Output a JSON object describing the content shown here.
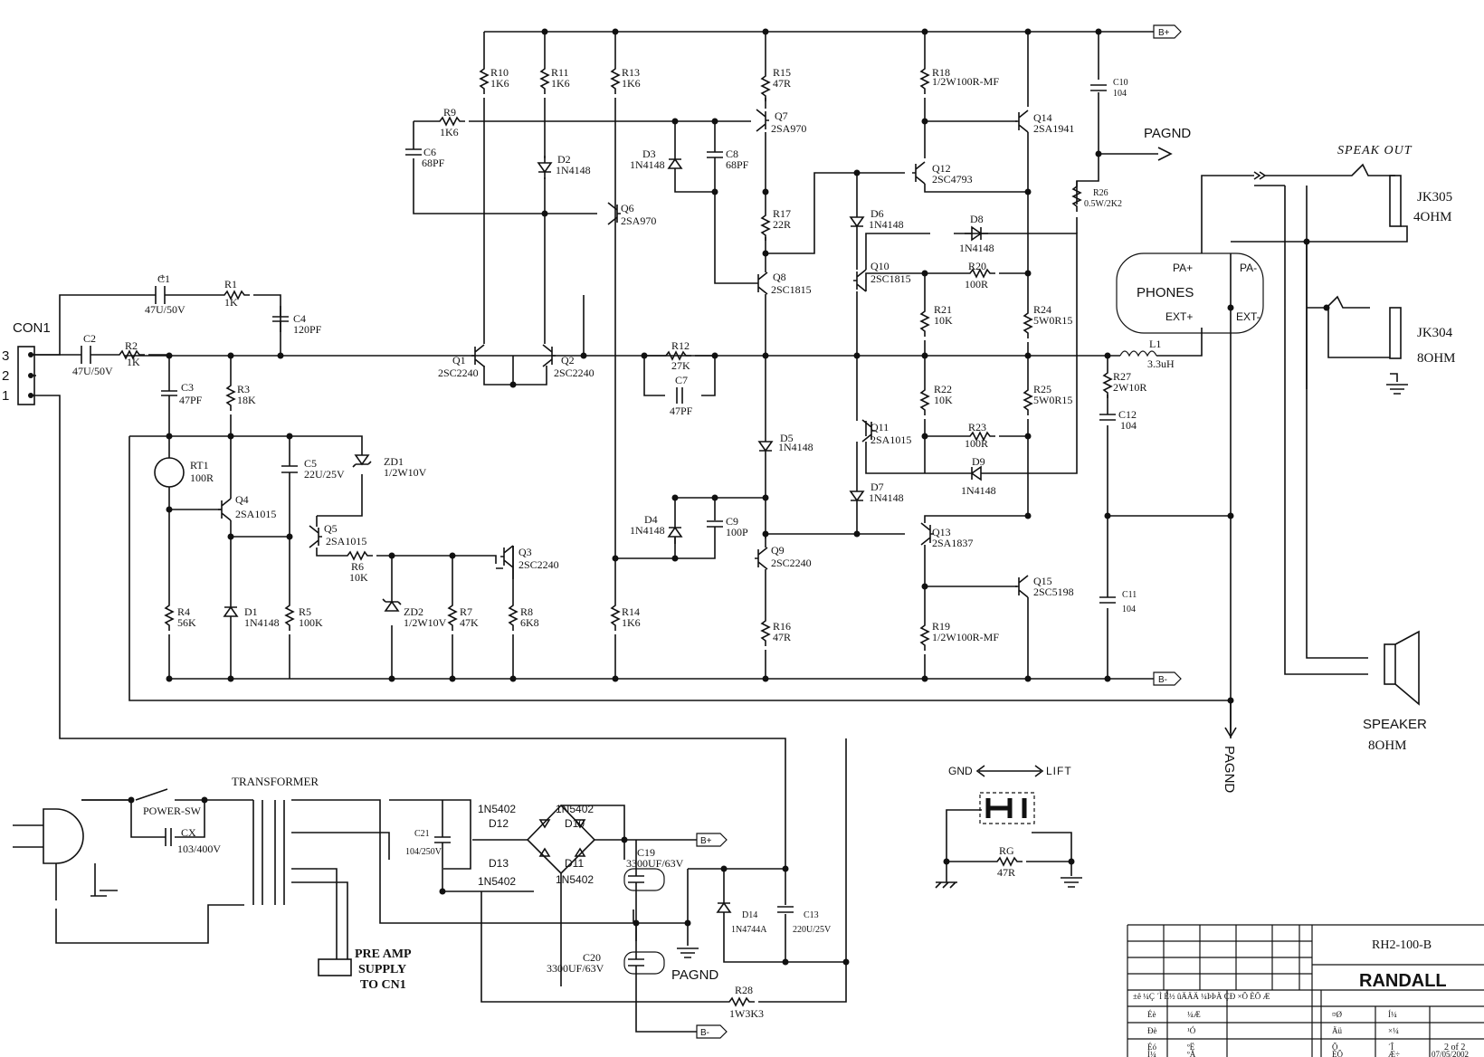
{
  "labels": {
    "con1": "CON1",
    "pin3": "3",
    "pin2": "2",
    "pin1": "1",
    "bplus": "B+",
    "bminus": "B-",
    "bminus2": "B-",
    "bplus2": "B+",
    "pagnd_top": "PAGND",
    "pagnd_vert": "PAGND",
    "pagnd_low": "PAGND",
    "speak_out": "SPEAK OUT",
    "jk305": "JK305",
    "jk305_imp": "4OHM",
    "jk304": "JK304",
    "jk304_imp": "8OHM",
    "phones": "PHONES",
    "pa_plus": "PA+",
    "pa_minus": "PA-",
    "ext_plus": "EXT+",
    "ext_minus": "EXT-",
    "speaker": "SPEAKER",
    "speaker_imp": "8OHM",
    "gnd": "GND",
    "lift": "LIFT",
    "transformer": "TRANSFORMER",
    "power_sw": "POWER-SW",
    "pre_amp": [
      "PRE AMP",
      "SUPPLY",
      "TO CN1"
    ]
  },
  "components": {
    "C1": [
      "C1",
      "47U/50V"
    ],
    "R1": [
      "R1",
      "1K"
    ],
    "C4": [
      "C4",
      "120PF"
    ],
    "C2": [
      "C2",
      "47U/50V"
    ],
    "R2": [
      "R2",
      "1K"
    ],
    "C3": [
      "C3",
      "47PF"
    ],
    "R3": [
      "R3",
      "18K"
    ],
    "RT1": [
      "RT1",
      "100R"
    ],
    "Q4": [
      "Q4",
      "2SA1015"
    ],
    "C5": [
      "C5",
      "22U/25V"
    ],
    "ZD1": [
      "ZD1",
      "1/2W10V"
    ],
    "Q5": [
      "Q5",
      "2SA1015"
    ],
    "R6": [
      "R6",
      "10K"
    ],
    "R4": [
      "R4",
      "56K"
    ],
    "D1": [
      "D1",
      "1N4148"
    ],
    "R5": [
      "R5",
      "100K"
    ],
    "ZD2": [
      "ZD2",
      "1/2W10V"
    ],
    "R7": [
      "R7",
      "47K"
    ],
    "R8": [
      "R8",
      "6K8"
    ],
    "Q3": [
      "Q3",
      "2SC2240"
    ],
    "R10": [
      "R10",
      "1K6"
    ],
    "R11": [
      "R11",
      "1K6"
    ],
    "R13": [
      "R13",
      "1K6"
    ],
    "R9": [
      "R9",
      "1K6"
    ],
    "C6": [
      "C6",
      "68PF"
    ],
    "D2": [
      "D2",
      "1N4148"
    ],
    "Q6": [
      "Q6",
      "2SA970"
    ],
    "Q1": [
      "Q1",
      "2SC2240"
    ],
    "Q2": [
      "Q2",
      "2SC2240"
    ],
    "R14": [
      "R14",
      "1K6"
    ],
    "R15": [
      "R15",
      "47R"
    ],
    "Q7": [
      "Q7",
      "2SA970"
    ],
    "D3": [
      "D3",
      "1N4148"
    ],
    "C8": [
      "C8",
      "68PF"
    ],
    "R17": [
      "R17",
      "22R"
    ],
    "Q8": [
      "Q8",
      "2SC1815"
    ],
    "R12": [
      "R12",
      "27K"
    ],
    "C7": [
      "C7",
      "47PF"
    ],
    "D5": [
      "D5",
      "1N4148"
    ],
    "D4": [
      "D4",
      "1N4148"
    ],
    "C9": [
      "C9",
      "100P"
    ],
    "Q9": [
      "Q9",
      "2SC2240"
    ],
    "R16": [
      "R16",
      "47R"
    ],
    "R18": [
      "R18",
      "1/2W100R-MF"
    ],
    "Q12": [
      "Q12",
      "2SC4793"
    ],
    "D6": [
      "D6",
      "1N4148"
    ],
    "Q10": [
      "Q10",
      "2SC1815"
    ],
    "R21": [
      "R21",
      "10K"
    ],
    "R22": [
      "R22",
      "10K"
    ],
    "Q11": [
      "Q11",
      "2SA1015"
    ],
    "D7": [
      "D7",
      "1N4148"
    ],
    "Q13": [
      "Q13",
      "2SA1837"
    ],
    "R19": [
      "R19",
      "1/2W100R-MF"
    ],
    "Q14": [
      "Q14",
      "2SA1941"
    ],
    "D8": [
      "D8",
      "1N4148"
    ],
    "R20": [
      "R20",
      "100R"
    ],
    "R24": [
      "R24",
      "5W0R15"
    ],
    "R25": [
      "R25",
      "5W0R15"
    ],
    "R23": [
      "R23",
      "100R"
    ],
    "D9": [
      "D9",
      "1N4148"
    ],
    "Q15": [
      "Q15",
      "2SC5198"
    ],
    "C10": [
      "C10",
      "104"
    ],
    "R26": [
      "R26",
      "0.5W/2K2"
    ],
    "L1": [
      "L1",
      "3.3uH"
    ],
    "R27": [
      "R27",
      "2W10R"
    ],
    "C12": [
      "C12",
      "104"
    ],
    "C11": [
      "C11",
      "104"
    ],
    "CX": [
      "CX",
      "103/400V"
    ],
    "C21": [
      "C21",
      "104/250V"
    ],
    "D12": [
      "D12",
      "1N5402"
    ],
    "D10": [
      "D10",
      "1N5402"
    ],
    "D13": [
      "D13",
      "1N5402"
    ],
    "D11": [
      "D11",
      "1N5402"
    ],
    "C19": [
      "C19",
      "3300UF/63V"
    ],
    "C20": [
      "C20",
      "3300UF/63V"
    ],
    "D14": [
      "D14",
      "1N4744A"
    ],
    "C13": [
      "C13",
      "220U/25V"
    ],
    "R28": [
      "R28",
      "1W3K3"
    ],
    "RG": [
      "RG",
      "47R"
    ]
  },
  "title_block": {
    "part_no": "RH2-100-B",
    "company": "RANDALL",
    "header_row": "±ê ¼Ç ´Ì È½ ûÄÄÄ ¼ÞÞÄ ÇÐ ×Õ ÈÕ Æ",
    "rows": [
      [
        "Éè",
        "¼Æ",
        "¤Ø",
        "Í¼"
      ],
      [
        "Ðè",
        "¹Ó",
        "Äü",
        "×¼"
      ],
      [
        "Éó",
        "ºË",
        "Õ",
        "´Î"
      ],
      [
        "Í¼",
        "ºÅ",
        "ÈÕ",
        "Æ÷"
      ]
    ],
    "sheet": "2 of 2",
    "date": "07/05/2002"
  }
}
